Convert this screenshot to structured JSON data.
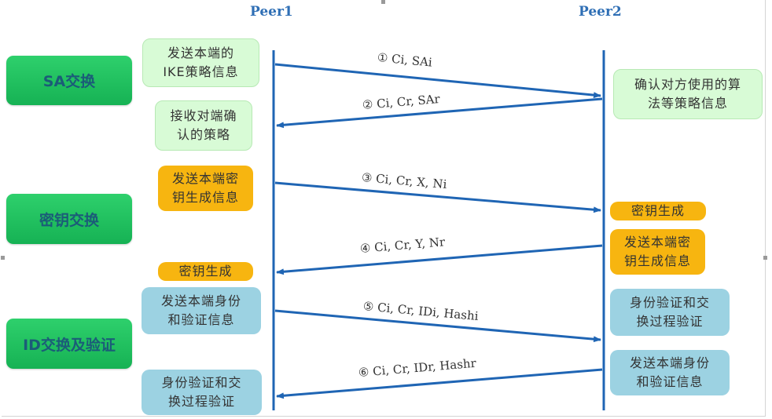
{
  "peers": {
    "left": "Peer1",
    "right": "Peer2"
  },
  "stages": [
    "SA交换",
    "密钥交换",
    "ID交换及验证"
  ],
  "left_boxes": [
    "发送本端的\nIKE策略信息",
    "接收对端确\n认的策略",
    "发送本端密\n钥生成信息",
    "密钥生成",
    "发送本端身份\n和验证信息",
    "身份验证和交\n换过程验证"
  ],
  "right_boxes": [
    "确认对方使用的算\n法等策略信息",
    "密钥生成",
    "发送本端密\n钥生成信息",
    "身份验证和交\n换过程验证",
    "发送本端身份\n和验证信息"
  ],
  "messages": [
    "① Ci, SAi",
    "② Ci, Cr, SAr",
    "③ Ci, Cr, X, Ni",
    "④ Ci, Cr, Y, Nr",
    "⑤ Ci, Cr, IDi, Hashi",
    "⑥ Ci, Cr, IDr, Hashr"
  ],
  "colors": {
    "arrow": "#1f65b4",
    "stage": "#16b254",
    "peer_text": "#2f6fb5"
  }
}
